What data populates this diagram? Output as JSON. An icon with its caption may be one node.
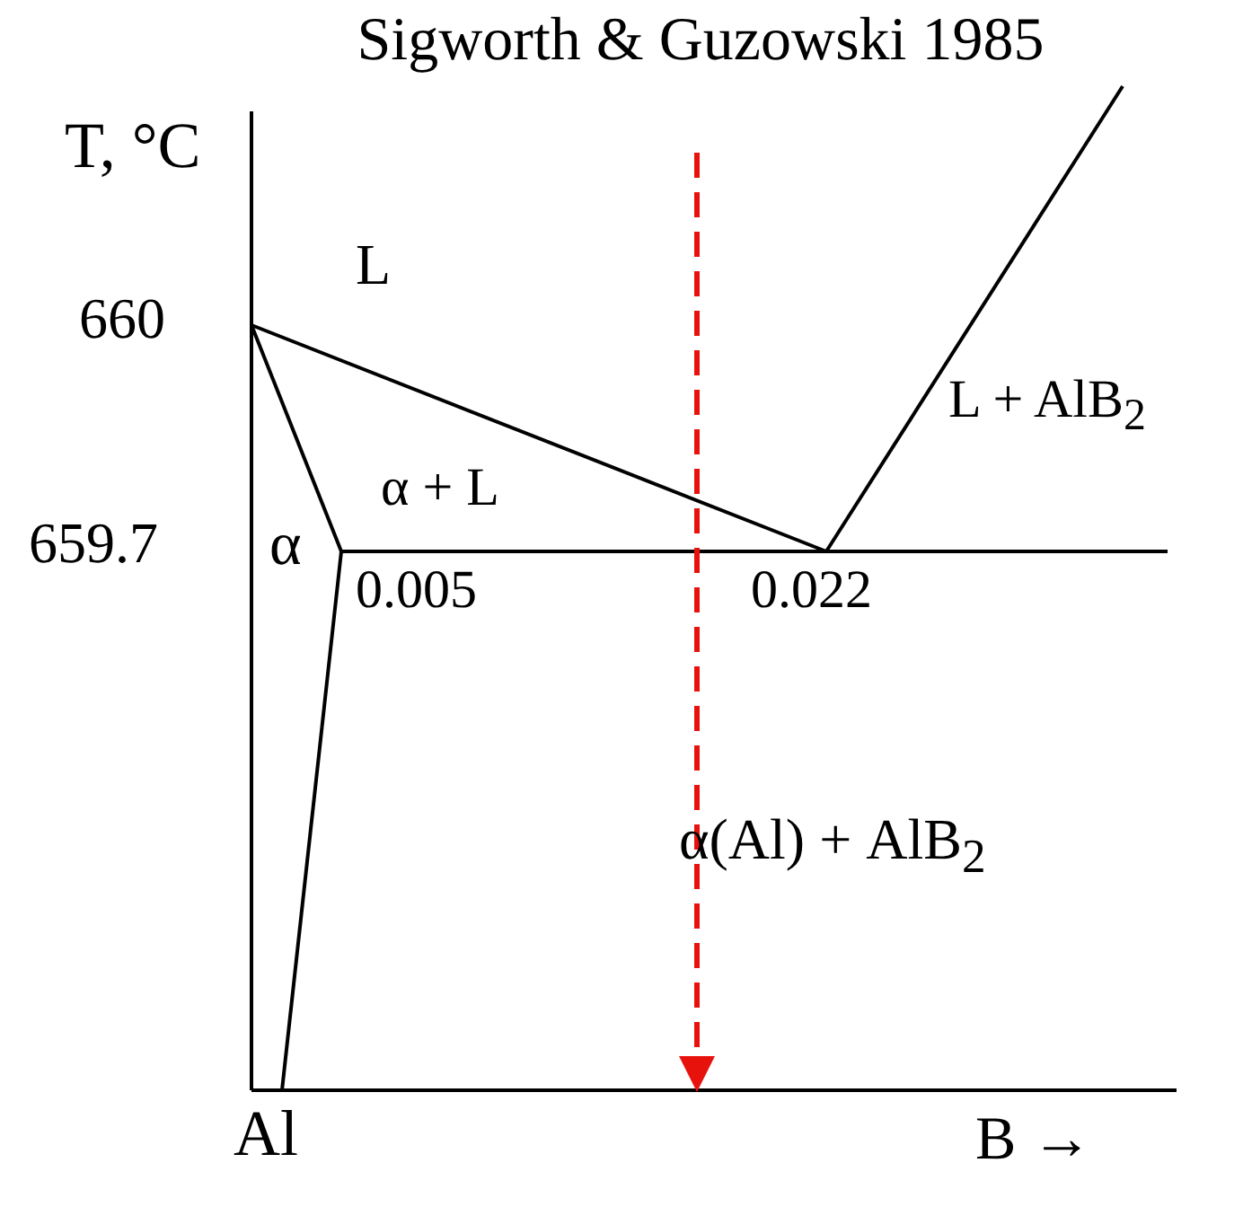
{
  "diagram": {
    "title": "Sigworth & Guzowski 1985",
    "labels": [
      "T, °C",
      "660",
      "L",
      "L + AlB$_{2}$",
      "α + L",
      "659.7",
      "α",
      "0.005",
      "0.022",
      "α(Al) + AlB$_{2}$",
      "Al",
      "B →"
    ]
  }
}
